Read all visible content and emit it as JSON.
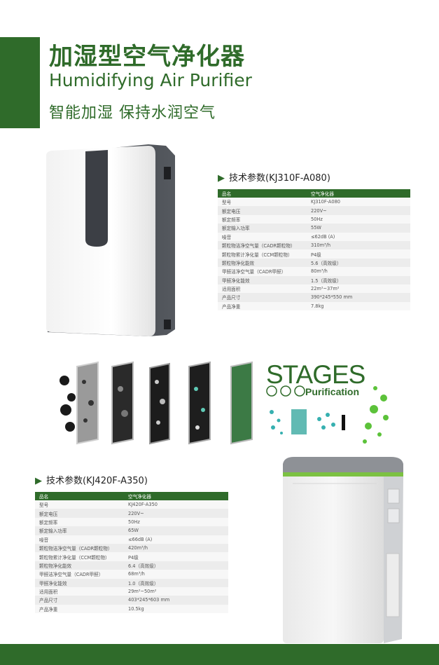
{
  "header": {
    "title_cn": "加湿型空气净化器",
    "title_en": "Humidifying Air Purifier",
    "slogan": "智能加湿  保持水润空气"
  },
  "colors": {
    "brand_green": "#2f6b2a",
    "row_light": "#f7f7f7",
    "row_dark": "#ececec"
  },
  "product1": {
    "heading": "技术参数(KJ310F-A080)",
    "columns": [
      "品名",
      "空气净化器"
    ],
    "rows": [
      [
        "型号",
        "KJ310F-A080"
      ],
      [
        "额定电压",
        "220V~"
      ],
      [
        "额定频率",
        "50Hz"
      ],
      [
        "额定输入功率",
        "55W"
      ],
      [
        "噪音",
        "≤62dB (A)"
      ],
      [
        "颗粒物洁净空气量（CADR颗粒物）",
        "310m³/h"
      ],
      [
        "颗粒物累计净化量（CCM颗粒物）",
        "P4级"
      ],
      [
        "颗粒物净化能效",
        "5.6（高效级）"
      ],
      [
        "甲醛洁净空气量（CADR甲醛）",
        "80m³/h"
      ],
      [
        "甲醛净化能效",
        "1.5（高效级）"
      ],
      [
        "适用面积",
        "22m²~37m²"
      ],
      [
        "产品尺寸",
        "390*245*550 mm"
      ],
      [
        "产品净重",
        "7.8kg"
      ]
    ]
  },
  "stages": {
    "title": "STAGES",
    "subtitle": "Purification"
  },
  "product2": {
    "heading": "技术参数(KJ420F-A350)",
    "columns": [
      "品名",
      "空气净化器"
    ],
    "rows": [
      [
        "型号",
        "KJ420F-A350"
      ],
      [
        "额定电压",
        "220V~"
      ],
      [
        "额定频率",
        "50Hz"
      ],
      [
        "额定输入功率",
        "65W"
      ],
      [
        "噪音",
        "≤66dB (A)"
      ],
      [
        "颗粒物洁净空气量（CADR颗粒物）",
        "420m³/h"
      ],
      [
        "颗粒物累计净化量（CCM颗粒物）",
        "P4级"
      ],
      [
        "颗粒物净化能效",
        "6.4（高效级）"
      ],
      [
        "甲醛洁净空气量（CADR甲醛）",
        "68m³/h"
      ],
      [
        "甲醛净化能效",
        "1.0（高效级）"
      ],
      [
        "适用面积",
        "29m²~50m²"
      ],
      [
        "产品尺寸",
        "403*245*603 mm"
      ],
      [
        "产品净重",
        "10.5kg"
      ]
    ]
  }
}
